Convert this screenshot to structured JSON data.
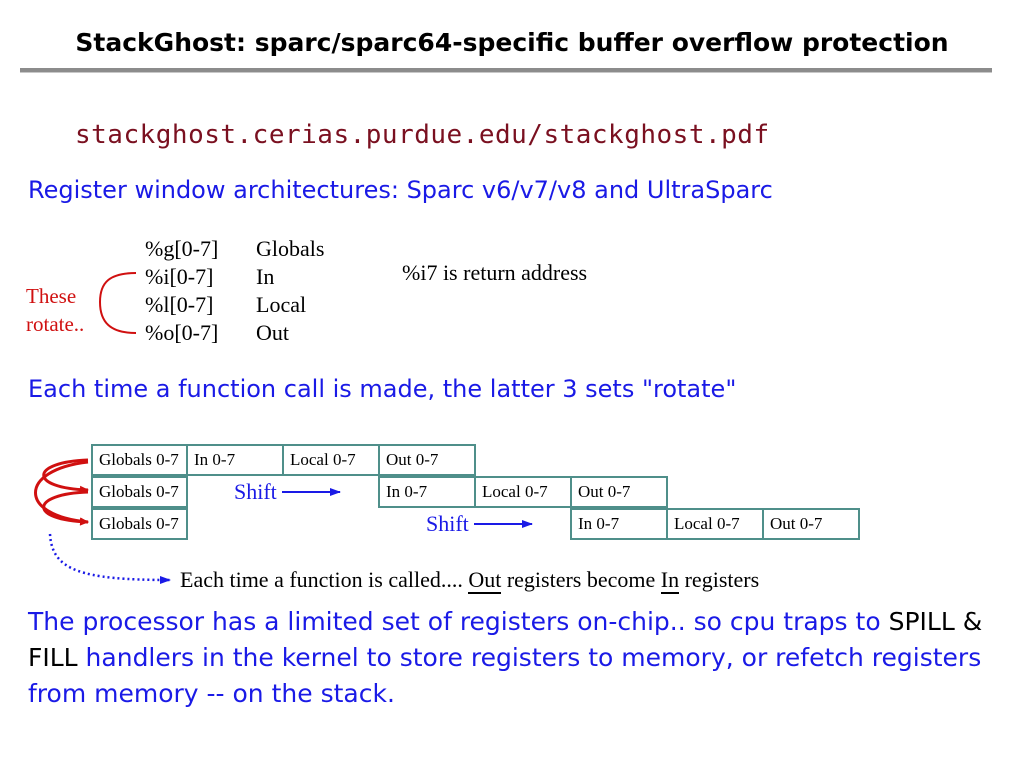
{
  "title": "StackGhost: sparc/sparc64-specific buffer overflow protection",
  "url": "stackghost.cerias.purdue.edu/stackghost.pdf",
  "heading1": "Register window architectures: Sparc v6/v7/v8 and UltraSparc",
  "registers": [
    {
      "name": "%g[0-7]",
      "desc": "Globals"
    },
    {
      "name": "%i[0-7]",
      "desc": "In"
    },
    {
      "name": "%l[0-7]",
      "desc": "Local"
    },
    {
      "name": "%o[0-7]",
      "desc": "Out"
    }
  ],
  "rotate_note": {
    "line1": "These",
    "line2": "rotate.."
  },
  "return_note": "%i7 is return address",
  "heading2": "Each time a function call is made, the latter 3 sets \"rotate\"",
  "windows": {
    "row1": [
      "Globals 0-7",
      "In 0-7",
      "Local 0-7",
      "Out 0-7"
    ],
    "row2": [
      "Globals 0-7",
      "In 0-7",
      "Local 0-7",
      "Out 0-7"
    ],
    "row3": [
      "Globals 0-7",
      "In 0-7",
      "Local 0-7",
      "Out 0-7"
    ],
    "shift_label": "Shift"
  },
  "called_note": {
    "part1": "Each time a function is called.... ",
    "out": "Out",
    "part2": " registers become ",
    "in": "In",
    "part3": " registers"
  },
  "paragraph": {
    "part1": "The processor has a limited set of registers on-chip.. so cpu traps to ",
    "spill": "SPILL",
    "amp": " & ",
    "fill": "FILL",
    "part2": " handlers in the kernel to store registers to memory, or refetch registers from memory -- on the stack."
  },
  "colors": {
    "blue_text": "#1a1ae6",
    "red_note": "#d01010",
    "url_text": "#7a1020",
    "cell_border": "#4f8f8a"
  }
}
